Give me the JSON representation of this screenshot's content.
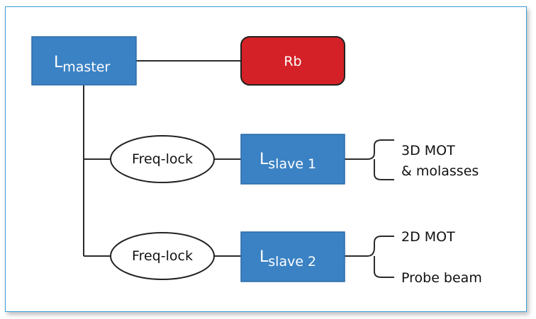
{
  "colors": {
    "frame": "#3a9fd8",
    "laser_box": "#3b82c4",
    "rb_box": "#d42127",
    "line": "#2b2b2b"
  },
  "nodes": {
    "master": {
      "main": "L",
      "sub": "master"
    },
    "rb": {
      "label": "Rb"
    },
    "freqlock1": {
      "label": "Freq-lock"
    },
    "freqlock2": {
      "label": "Freq-lock"
    },
    "slave1": {
      "main": "L",
      "sub": "slave 1"
    },
    "slave2": {
      "main": "L",
      "sub": "slave 2"
    }
  },
  "outputs": {
    "slave1": {
      "line1": "3D MOT",
      "line2": "& molasses"
    },
    "slave2": {
      "line1": "2D MOT",
      "line2": "Probe beam"
    }
  }
}
